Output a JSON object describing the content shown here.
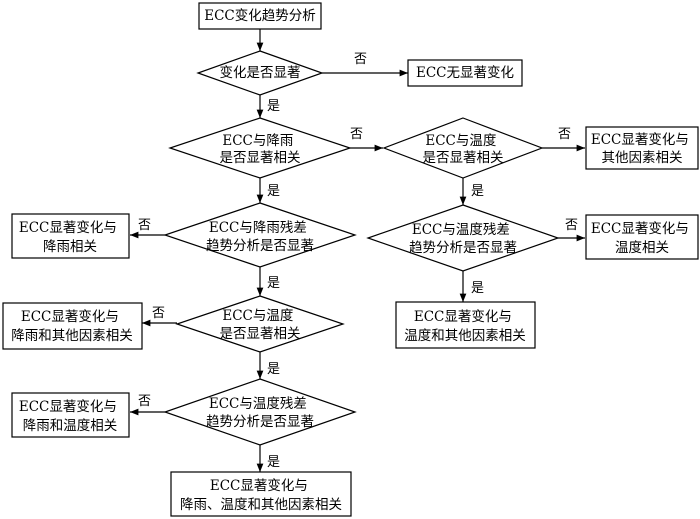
{
  "nodes": {
    "start": [
      "ECC变化趋势分析"
    ],
    "d_change": [
      "变化是否显著"
    ],
    "no_change": [
      "ECC无显著变化"
    ],
    "d_rain": [
      "ECC与降雨",
      "是否显著相关"
    ],
    "d_temp_r": [
      "ECC与温度",
      "是否显著相关"
    ],
    "other_r": [
      "ECC显著变化与",
      "其他因素相关"
    ],
    "d_rainres": [
      "ECC与降雨残差",
      "趋势分析是否显著"
    ],
    "rain_only": [
      "ECC显著变化与",
      "降雨相关"
    ],
    "d_tempres_r": [
      "ECC与温度残差",
      "趋势分析是否显著"
    ],
    "temp_only": [
      "ECC显著变化与",
      "温度相关"
    ],
    "temp_other": [
      "ECC显著变化与",
      "温度和其他因素相关"
    ],
    "d_temp_l": [
      "ECC与温度",
      "是否显著相关"
    ],
    "rain_other": [
      "ECC显著变化与",
      "降雨和其他因素相关"
    ],
    "d_tempres_l": [
      "ECC与温度残差",
      "趋势分析是否显著"
    ],
    "rain_temp": [
      "ECC显著变化与",
      "降雨和温度相关"
    ],
    "all": [
      "ECC显著变化与",
      "降雨、温度和其他因素相关"
    ]
  },
  "edge_labels": {
    "yes": "是",
    "no": "否"
  }
}
